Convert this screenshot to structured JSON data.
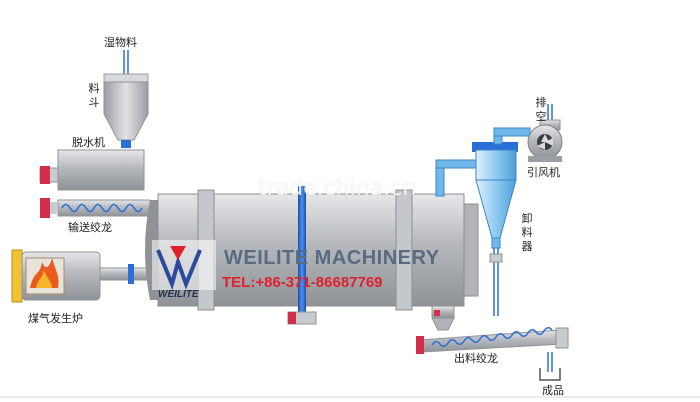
{
  "labels": {
    "wet_material": "湿物料",
    "hopper": "料斗",
    "dewatering_machine": "脱水机",
    "conveyor_screw": "输送绞龙",
    "gas_generator": "煤气发生炉",
    "exhaust": "排空",
    "induced_draft_fan": "引风机",
    "unloader": "卸料器",
    "discharge_screw": "出料绞龙",
    "product": "成品"
  },
  "brand": {
    "name": "WEILITE MACHINERY",
    "tel": "TEL:+86-371-86687769",
    "logo_text": "WEILITE"
  },
  "watermark": "trade.china.cn",
  "colors": {
    "steel": "#b9bcc0",
    "pipe_blue": "#2a6fd6",
    "cyclone_blue": "#6fb8ec",
    "red_cap": "#d2304a",
    "flame": "#e85a1e",
    "furnace_yellow": "#f1c232"
  }
}
